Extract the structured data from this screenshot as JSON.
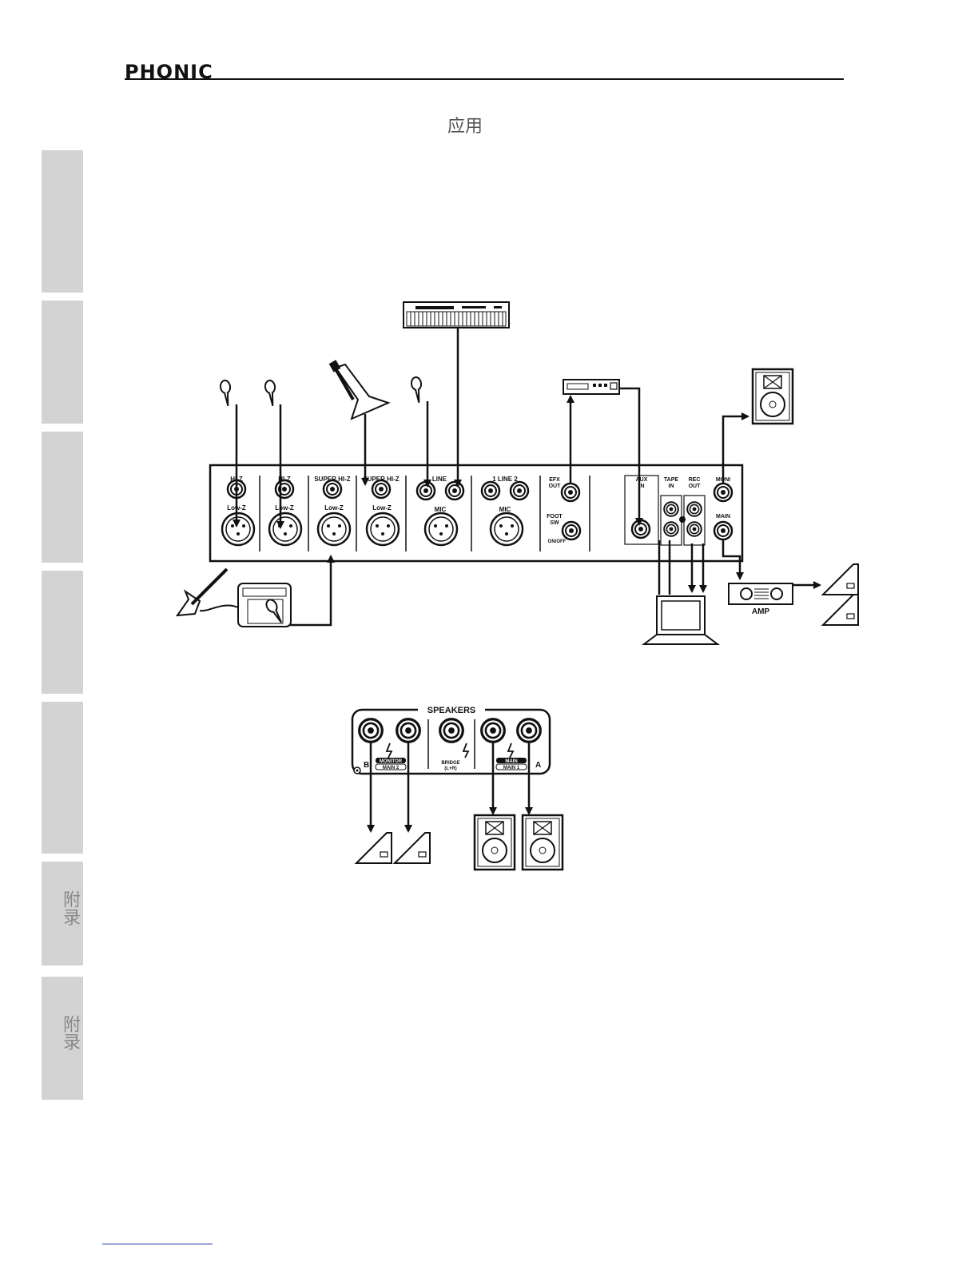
{
  "header": {
    "logo": "PHONIC"
  },
  "section": {
    "title": "应用"
  },
  "side_tabs": [
    "附录",
    "附录"
  ],
  "diagram_top": {
    "channel_labels": [
      "HI-Z",
      "HI-Z",
      "SUPER HI-Z",
      "SUPER HI-Z"
    ],
    "low_z_label": "Low-Z",
    "line_label": "LINE",
    "line12_label": "1  LINE  2",
    "mic_label": "MIC",
    "efx_out_label": [
      "EFX",
      "OUT"
    ],
    "foot_sw_label": [
      "FOOT",
      "SW"
    ],
    "on_off_label": "ON/OFF",
    "aux_in_label": [
      "AUX",
      "IN"
    ],
    "tape_in_label": [
      "TAPE",
      "IN"
    ],
    "rec_out_label": [
      "REC",
      "OUT"
    ],
    "moni_label": "MONI",
    "main_label": "MAIN",
    "amp_label": "AMP"
  },
  "diagram_bottom": {
    "title": "SPEAKERS",
    "monitor_label": "MONITOR",
    "main2_label": "MAIN 2",
    "bridge_label": "BRIDGE",
    "bridge_sub": "(L+R)",
    "main_label": "MAIN",
    "main1_label": "MAIN 1",
    "b_label": "B",
    "a_label": "A"
  }
}
